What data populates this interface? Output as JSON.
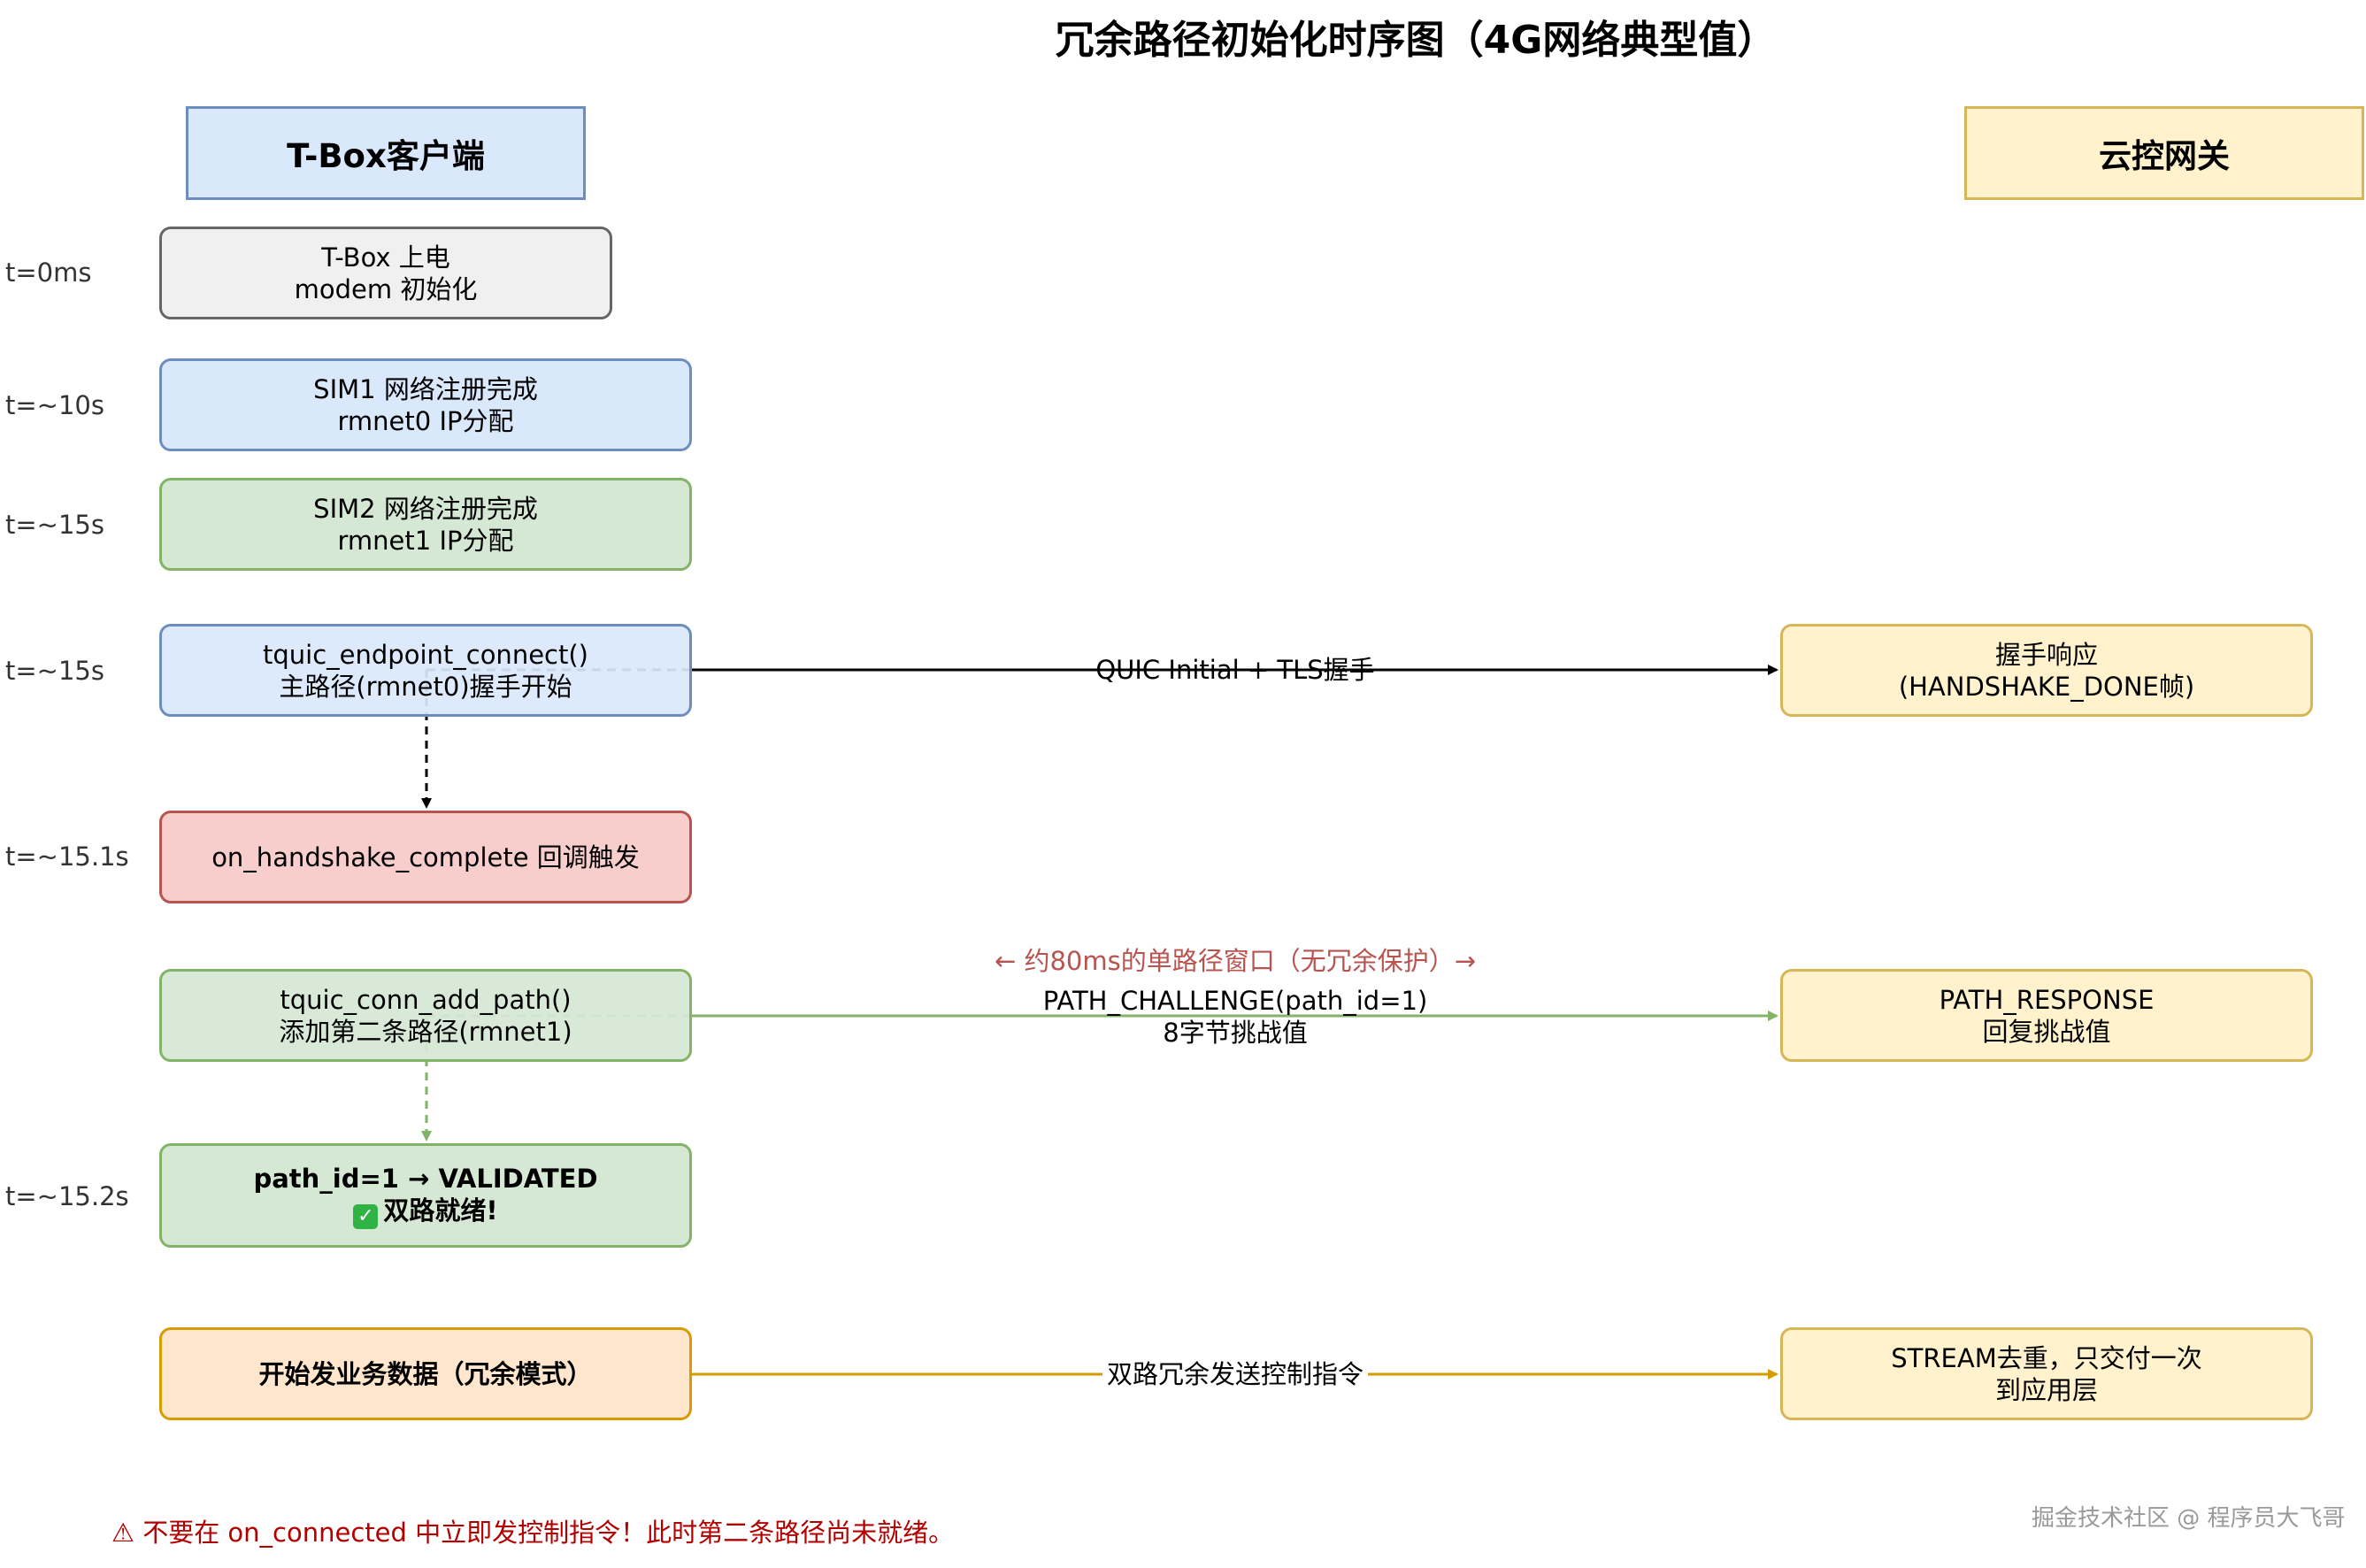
{
  "title": "冗余路径初始化时序图（4G网络典型值）",
  "lanes": {
    "client": "T-Box客户端",
    "server": "云控网关"
  },
  "timeline": [
    "t=0ms",
    "t=~10s",
    "t=~15s",
    "t=~15s",
    "t=~15.1s",
    "t=~15.2s"
  ],
  "client_steps": {
    "power_on": {
      "line1": "T-Box 上电",
      "line2": "modem 初始化"
    },
    "sim1": {
      "line1": "SIM1 网络注册完成",
      "line2": "rmnet0 IP分配"
    },
    "sim2": {
      "line1": "SIM2 网络注册完成",
      "line2": "rmnet1 IP分配"
    },
    "connect": {
      "line1": "tquic_endpoint_connect()",
      "line2": "主路径(rmnet0)握手开始"
    },
    "handshake_complete": {
      "line1": "on_handshake_complete 回调触发"
    },
    "add_path": {
      "line1": "tquic_conn_add_path()",
      "line2": "添加第二条路径(rmnet1)"
    },
    "validated": {
      "line1": "path_id=1 → VALIDATED",
      "line2": "双路就绪!"
    },
    "start_data": {
      "line1": "开始发业务数据（冗余模式）"
    }
  },
  "server_steps": {
    "handshake_response": {
      "line1": "握手响应",
      "line2": "(HANDSHAKE_DONE帧)"
    },
    "path_response": {
      "line1": "PATH_RESPONSE",
      "line2": "回复挑战值"
    },
    "stream_dedup": {
      "line1": "STREAM去重，只交付一次",
      "line2": "到应用层"
    }
  },
  "messages": {
    "quic_initial": "QUIC Initial + TLS握手",
    "single_path_window": "← 约80ms的单路径窗口（无冗余保护）→",
    "path_challenge_line1": "PATH_CHALLENGE(path_id=1)",
    "path_challenge_line2": "8字节挑战值",
    "redundant_send": "双路冗余发送控制指令"
  },
  "warning": "⚠ 不要在 on_connected 中立即发控制指令！此时第二条路径尚未就绪。",
  "watermark": "掘金技术社区 @ 程序员大飞哥",
  "colors": {
    "client_lane": "#dae8fc",
    "server_lane": "#fff2cc",
    "green_arrow": "#82b366",
    "orange_arrow": "#d79b00",
    "warning_text": "#b20000",
    "window_text": "#b85450"
  }
}
